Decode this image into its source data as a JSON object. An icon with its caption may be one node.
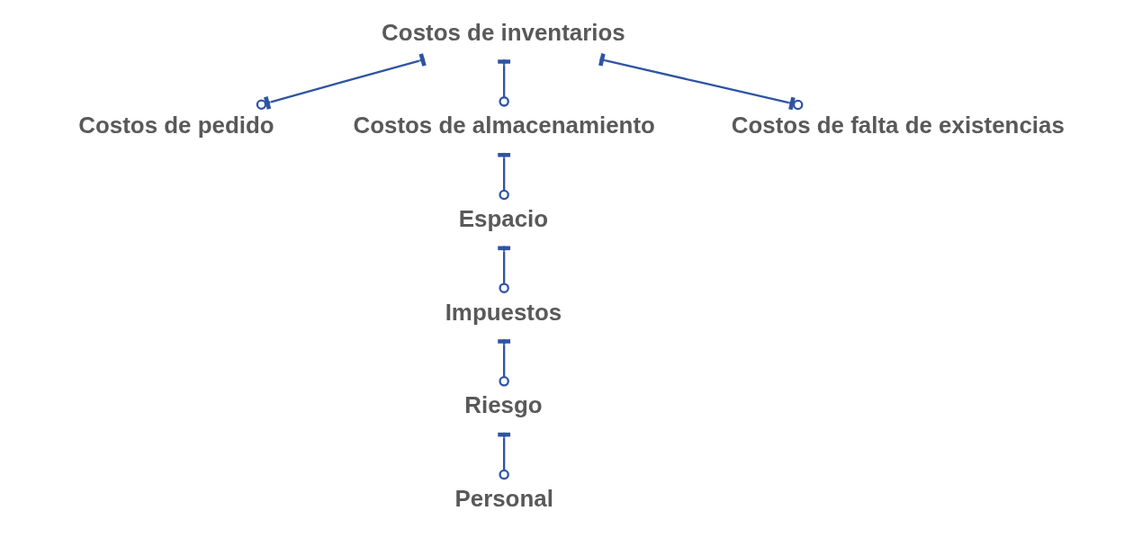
{
  "diagram": {
    "nodes": [
      {
        "text": [
          "Costos de inventarios"
        ]
      },
      {
        "text": [
          "Costos de pedido"
        ]
      },
      {
        "text": [
          "Costos de almacenamiento"
        ]
      },
      {
        "text": [
          "Costos de falta de existencias"
        ]
      },
      {
        "text": [
          "Espacio"
        ]
      },
      {
        "text": [
          "Impuestos"
        ]
      },
      {
        "text": [
          "Riesgo"
        ]
      },
      {
        "text": [
          "Personal"
        ]
      }
    ],
    "edges": [
      {
        "from": 0,
        "to": 1,
        "arrow": "other"
      },
      {
        "from": 0,
        "to": 2,
        "arrow": "other"
      },
      {
        "from": 0,
        "to": 3,
        "arrow": "other"
      },
      {
        "from": 2,
        "to": 4,
        "arrow": "other"
      },
      {
        "from": 4,
        "to": 5,
        "arrow": "other"
      },
      {
        "from": 5,
        "to": 6,
        "arrow": "other"
      },
      {
        "from": 6,
        "to": 7,
        "arrow": "other"
      }
    ]
  }
}
